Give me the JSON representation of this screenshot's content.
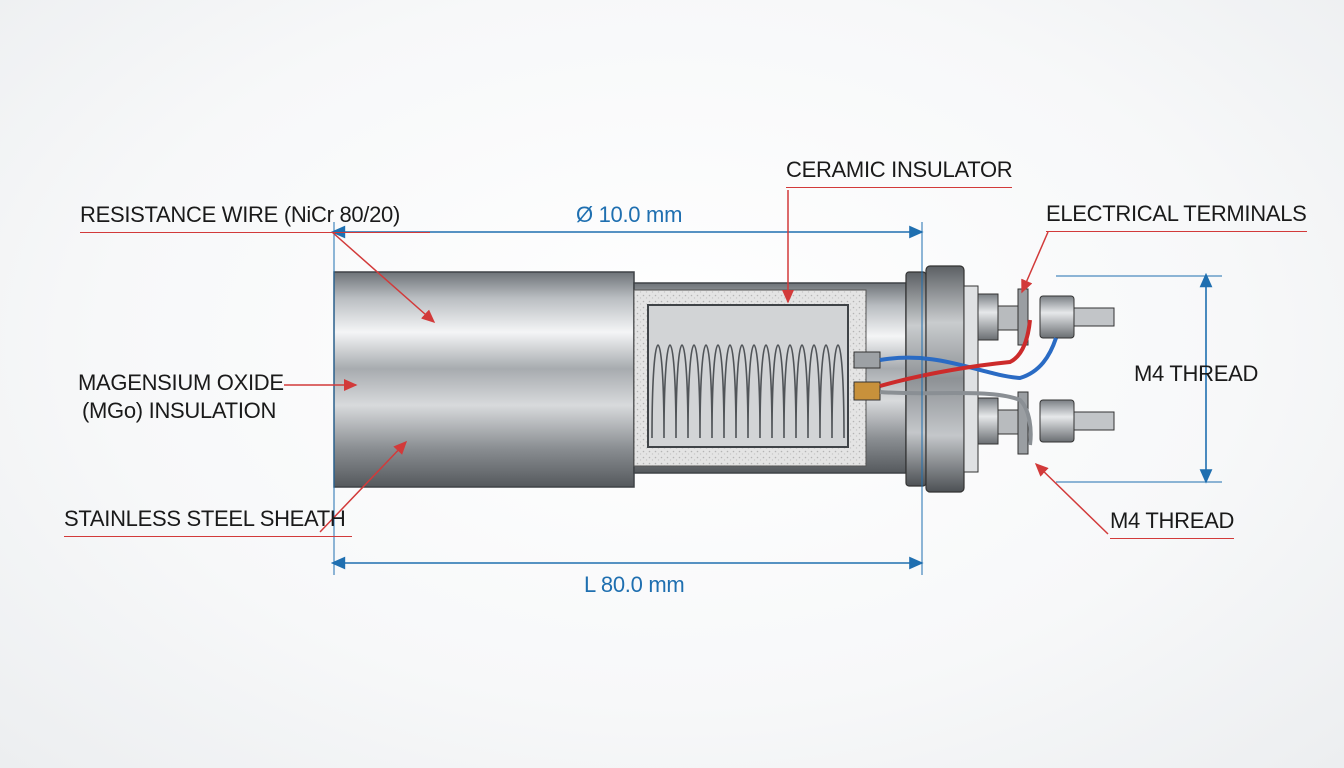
{
  "labels": {
    "resistance_wire": "RESISTANCE WIRE (NiCr 80/20)",
    "magnesium_oxide_line1": "MAGENSIUM OXIDE",
    "magnesium_oxide_line2": "(MGo) INSULATION",
    "sheath": "STAINLESS STEEL SHEATH",
    "ceramic_insulator": "CERAMIC INSULATOR",
    "electrical_terminals": "ELECTRICAL TERMINALS",
    "m4_thread_right": "M4 THREAD",
    "m4_thread_bottom": "M4 THREAD"
  },
  "dimensions": {
    "diameter": "Ø 10.0 mm",
    "length": "L 80.0 mm"
  },
  "colors": {
    "leader": "#d23a3a",
    "dimension": "#1f6fb0",
    "wire_red": "#cc2b2b",
    "wire_blue": "#2a6bc4",
    "wire_grey": "#8a8f94"
  }
}
